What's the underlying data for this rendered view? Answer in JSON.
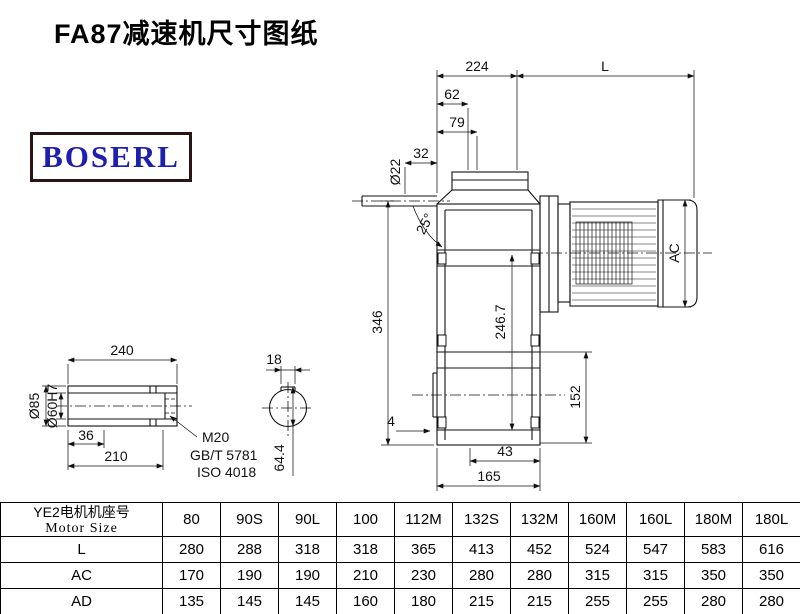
{
  "page": {
    "title": "FA87减速机尺寸图纸"
  },
  "logo": {
    "text": "BOSERL"
  },
  "drawing": {
    "main_view": {
      "d224": "224",
      "L": "L",
      "d62": "62",
      "d79": "79",
      "d32": "32",
      "dia22": "Ø22",
      "angle25": "25°",
      "d346": "346",
      "AC": "AC",
      "d246_7": "246.7",
      "d152": "152",
      "d4": "4",
      "d43": "43",
      "d165": "165"
    },
    "shaft_detail": {
      "d240": "240",
      "dia85": "Ø85",
      "dia60h7": "Ø60H7",
      "d36": "36",
      "d210": "210",
      "thread": "M20",
      "standard1": "GB/T 5781",
      "standard2": "ISO 4018"
    },
    "bore_detail": {
      "d18": "18",
      "d64_4": "64.4"
    }
  },
  "table": {
    "motor_size_label_cn": "YE2电机机座号",
    "motor_size_label_en": "Motor Size",
    "columns": [
      "80",
      "90S",
      "90L",
      "100",
      "112M",
      "132S",
      "132M",
      "160M",
      "160L",
      "180M",
      "180L"
    ],
    "rows": [
      {
        "label": "L",
        "values": [
          "280",
          "288",
          "318",
          "318",
          "365",
          "413",
          "452",
          "524",
          "547",
          "583",
          "616"
        ]
      },
      {
        "label": "AC",
        "values": [
          "170",
          "190",
          "190",
          "210",
          "230",
          "280",
          "280",
          "315",
          "315",
          "350",
          "350"
        ]
      },
      {
        "label": "AD",
        "values": [
          "135",
          "145",
          "145",
          "160",
          "180",
          "215",
          "215",
          "255",
          "255",
          "280",
          "280"
        ]
      }
    ]
  }
}
